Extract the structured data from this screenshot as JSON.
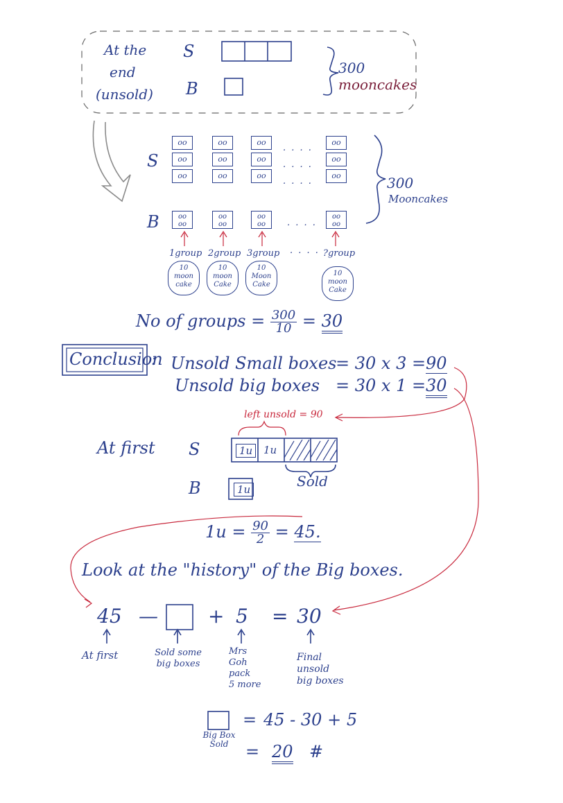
{
  "colors": {
    "ink": "#2b3f8c",
    "red": "#c8283c",
    "maroon": "#7a1f3a",
    "paper": "#ffffff"
  },
  "end_panel": {
    "label_line1": "At the",
    "label_line2": "end",
    "label_line3": "(unsold)",
    "s_label": "S",
    "b_label": "B",
    "total_number": "300",
    "total_unit": "mooncakes"
  },
  "groups_panel": {
    "s_label": "S",
    "b_label": "B",
    "total_number": "300",
    "total_unit": "Mooncakes",
    "dots": ". . . .",
    "group_labels": [
      "1group",
      "2group",
      "3group",
      "?group"
    ],
    "group_content": [
      "10",
      "moon",
      "cake"
    ],
    "group_content_alt": [
      "10",
      "Moon",
      "Cake"
    ],
    "mini_box_text": "oo"
  },
  "groups_calc": {
    "prefix": "No of groups =",
    "num": "300",
    "den": "10",
    "eq": "=",
    "result": "30"
  },
  "conclusion": {
    "title": "Conclusion",
    "colon": ":",
    "row1_label": "Unsold Small boxes",
    "row1_expr": "= 30 x 3 =",
    "row1_result": "90",
    "row2_label": "Unsold big boxes",
    "row2_expr": "= 30 x 1 =",
    "row2_result": "30"
  },
  "at_first": {
    "label": "At first",
    "left_unsold": "left unsold = 90",
    "s_label": "S",
    "b_label": "B",
    "unit_text": "1u",
    "sold_label": "Sold"
  },
  "unit_calc": {
    "lhs": "1u =",
    "num": "90",
    "den": "2",
    "eq": "=",
    "result": "45."
  },
  "history": "Look at the \"history\" of the Big boxes.",
  "equation": {
    "a": "45",
    "op1": "—",
    "op2": "+",
    "b": "5",
    "eq": "=",
    "c": "30",
    "arrow_glyph": "↑",
    "note_a": "At first",
    "note_box": [
      "Sold some",
      "big boxes"
    ],
    "note_b": [
      "Mrs",
      "Goh",
      "pack",
      "5 more"
    ],
    "note_c": [
      "Final",
      "unsold",
      "big boxes"
    ]
  },
  "final": {
    "eq": "=",
    "expr": "45 - 30 + 5",
    "box_caption": [
      "Big Box",
      "Sold"
    ],
    "result": "20",
    "hash": "#"
  }
}
